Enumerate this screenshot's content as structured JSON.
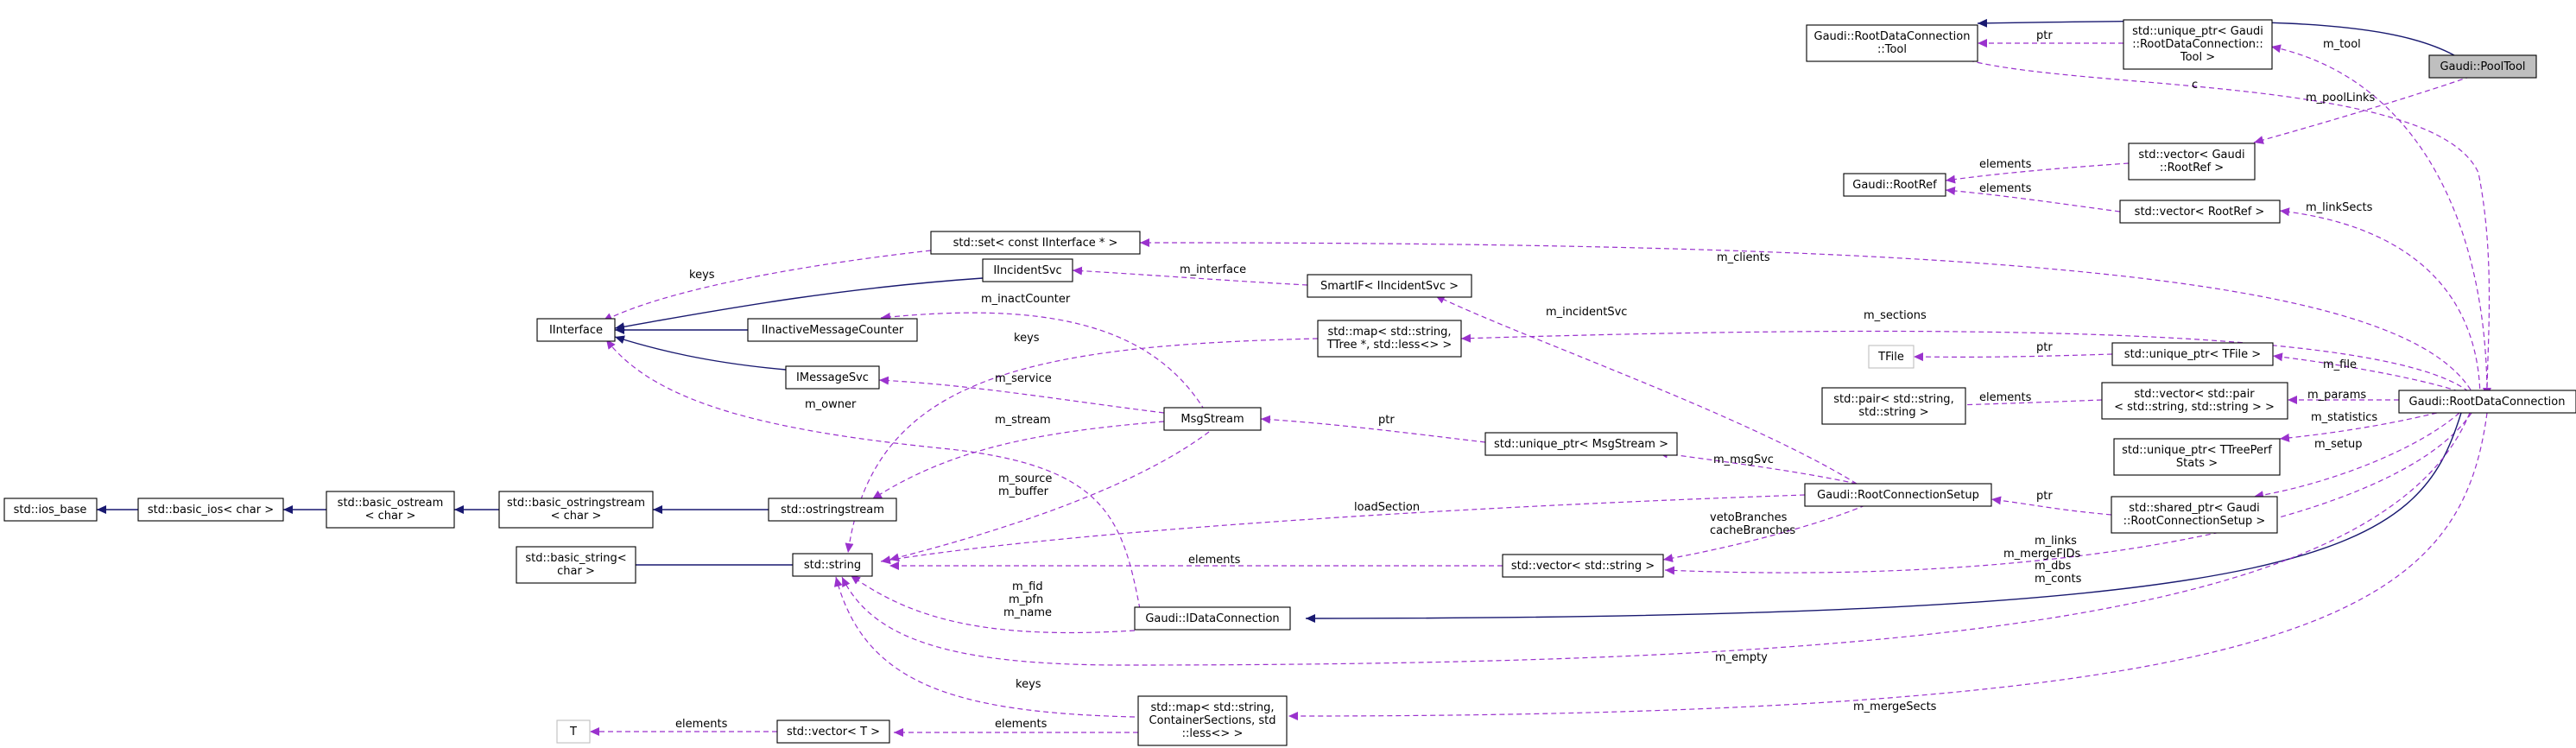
{
  "nodes": {
    "pooltool": "Gaudi::PoolTool",
    "rdc_tool": [
      "Gaudi::RootDataConnection",
      "::Tool"
    ],
    "uptr_tool": [
      "std::unique_ptr< Gaudi",
      "::RootDataConnection::",
      "Tool >"
    ],
    "rootref": "Gaudi::RootRef",
    "vec_gaudi_rootref": [
      "std::vector< Gaudi",
      "::RootRef >"
    ],
    "vec_rootref": "std::vector< RootRef >",
    "set_iinterface": "std::set< const IInterface * >",
    "iincidentsvc": "IIncidentSvc",
    "smartif": "SmartIF< IIncidentSvc >",
    "iinterface": "IInterface",
    "iinactive": "IInactiveMessageCounter",
    "map_ttree": [
      "std::map< std::string,",
      "TTree *, std::less<> >"
    ],
    "ifile": "TFile",
    "uptr_tfile": "std::unique_ptr< TFile >",
    "imessagesvc": "IMessageSvc",
    "msgstream": "MsgStream",
    "pair_str": [
      "std::pair< std::string,",
      "std::string >"
    ],
    "vec_pair": [
      "std::vector< std::pair",
      "< std::string, std::string > >"
    ],
    "rootdataconnection": "Gaudi::RootDataConnection",
    "uptr_msgstream": "std::unique_ptr< MsgStream >",
    "uptr_ttreeperf": [
      "std::unique_ptr< TTreePerf",
      "Stats >"
    ],
    "ios_base": "std::ios_base",
    "basic_ios": "std::basic_ios< char >",
    "basic_ostream": [
      "std::basic_ostream",
      "< char >"
    ],
    "basic_ostringstream": [
      "std::basic_ostringstream",
      "< char >"
    ],
    "ostringstream": "std::ostringstream",
    "rootconnectionsetup": "Gaudi::RootConnectionSetup",
    "shared_ptr_setup": [
      "std::shared_ptr< Gaudi",
      "::RootConnectionSetup >"
    ],
    "basic_string": [
      "std::basic_string<",
      "char >"
    ],
    "string": "std::string",
    "vec_string": "std::vector< std::string >",
    "idataconnection": "Gaudi::IDataConnection",
    "t": "T",
    "vec_t": "std::vector< T >",
    "map_container": [
      "std::map< std::string,",
      "ContainerSections, std",
      "::less<> >"
    ]
  },
  "edge_labels": {
    "ptr_tool": "ptr",
    "m_tool": "m_tool",
    "c": "c",
    "m_poollinks": "m_poolLinks",
    "elements_vec_gaudi": "elements",
    "elements_vec_rootref": "elements",
    "m_linksects": "m_linkSects",
    "keys_set": "keys",
    "m_clients": "m_clients",
    "m_interface": "m_interface",
    "m_inactcounter": "m_inactCounter",
    "m_incidentsvc": "m_incidentSvc",
    "m_sections": "m_sections",
    "keys_map": "keys",
    "ptr_tfile": "ptr",
    "m_file": "m_file",
    "m_service": "m_service",
    "m_owner": "m_owner",
    "elements_pair": "elements",
    "m_params": "m_params",
    "m_statistics": "m_statistics",
    "m_stream": "m_stream",
    "ptr_msg": "ptr",
    "m_setup": "m_setup",
    "m_msgsvc": "m_msgSvc",
    "m_source_buffer": [
      "m_source",
      "m_buffer"
    ],
    "loadsection": "loadSection",
    "ptr_setup": "ptr",
    "veto_cache": [
      "vetoBranches",
      "cacheBranches"
    ],
    "m_links_group": [
      "m_links",
      "m_mergeFIDs",
      "m_dbs",
      "m_conts"
    ],
    "elements_vec_string": "elements",
    "m_fid_group": [
      "m_fid",
      "m_pfn",
      "m_name"
    ],
    "m_empty": "m_empty",
    "keys_container": "keys",
    "elements_t": "elements",
    "elements_container": "elements",
    "m_mergesects": "m_mergeSects"
  },
  "colors": {
    "inheritance": "#191970",
    "usage": "#9a32cd",
    "focus_fill": "#bfbfbf",
    "ghost_border": "#bfbfbf"
  }
}
